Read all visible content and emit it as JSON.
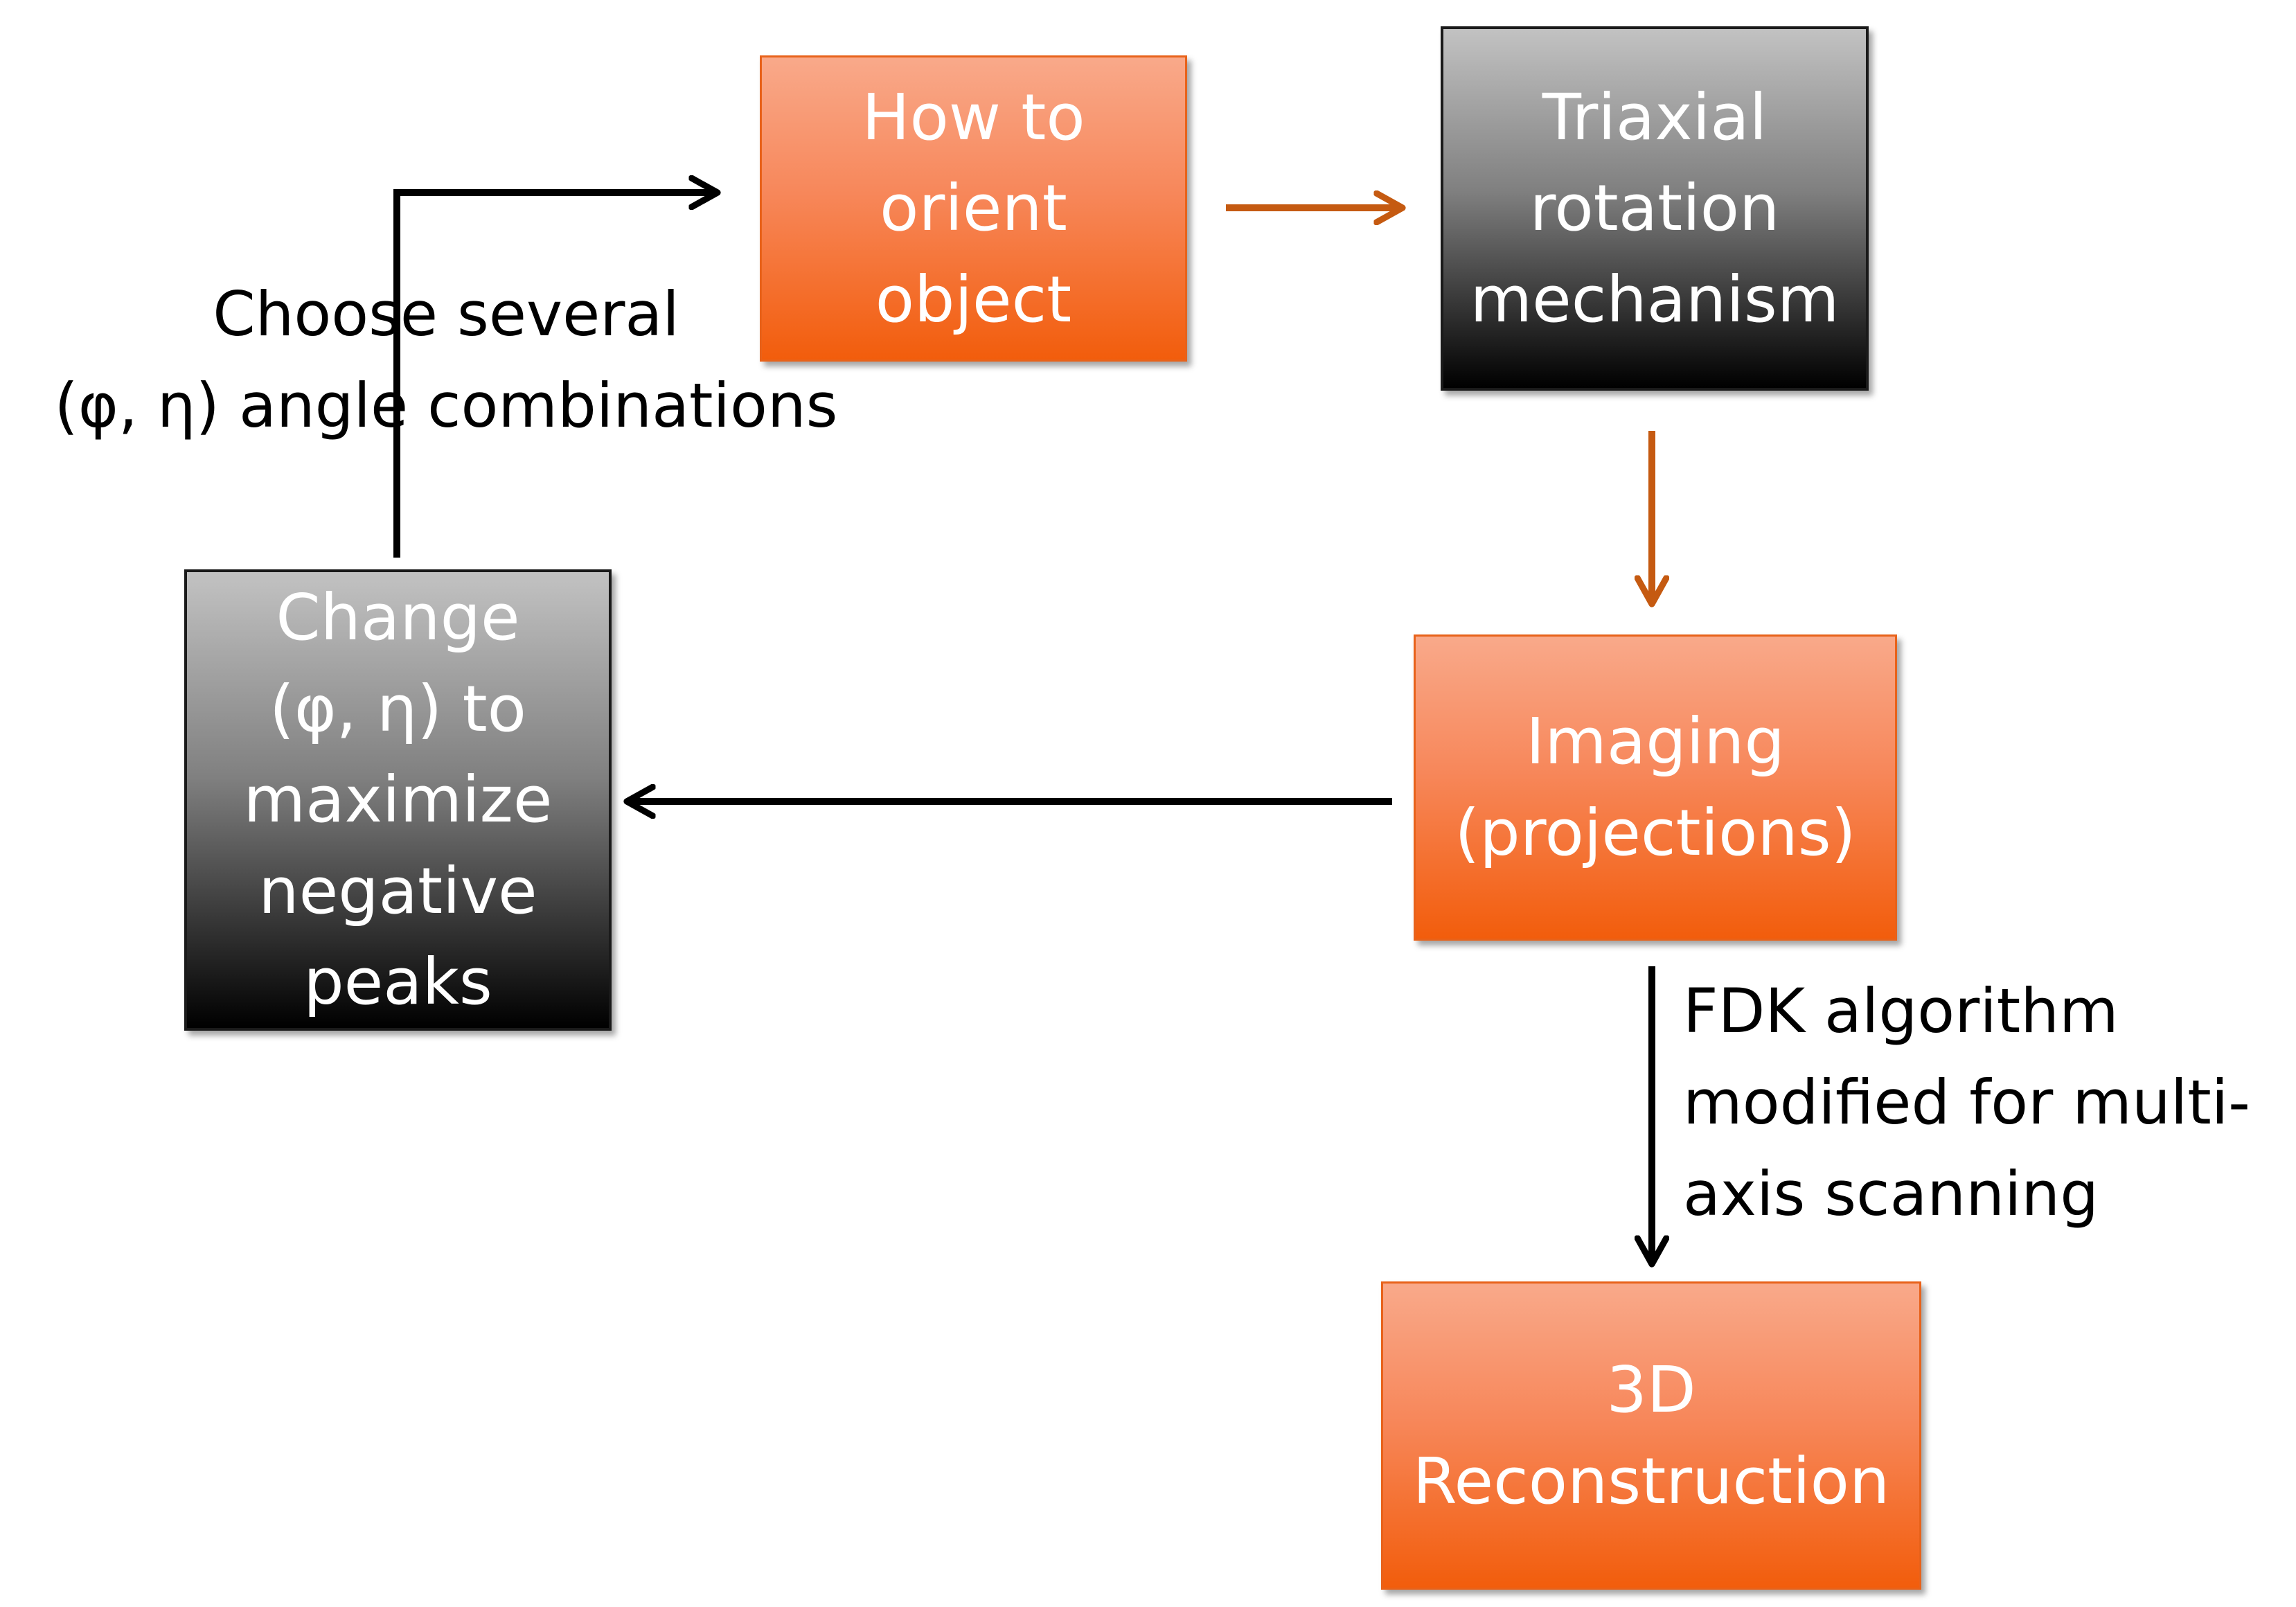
{
  "colors": {
    "orange_accent": "#f25d0c",
    "orange_light": "#f9a98a",
    "gray_light": "#c2c2c2",
    "gray_dark": "#000000",
    "arrow_orange": "#c55a11",
    "arrow_black": "#000000"
  },
  "nodes": {
    "orient": {
      "text": "How to\norient\nobject"
    },
    "triaxial": {
      "text": "Triaxial\nrotation\nmechanism"
    },
    "imaging": {
      "text": "Imaging\n(projections)"
    },
    "change": {
      "text": "Change\n(φ, η) to\nmaximize\nnegative\npeaks"
    },
    "reconstruction": {
      "text": "3D\nReconstruction"
    }
  },
  "edge_labels": {
    "choose": "Choose several\n(φ, η) angle combinations",
    "fdk": "FDK algorithm\nmodified for multi-\naxis scanning"
  }
}
